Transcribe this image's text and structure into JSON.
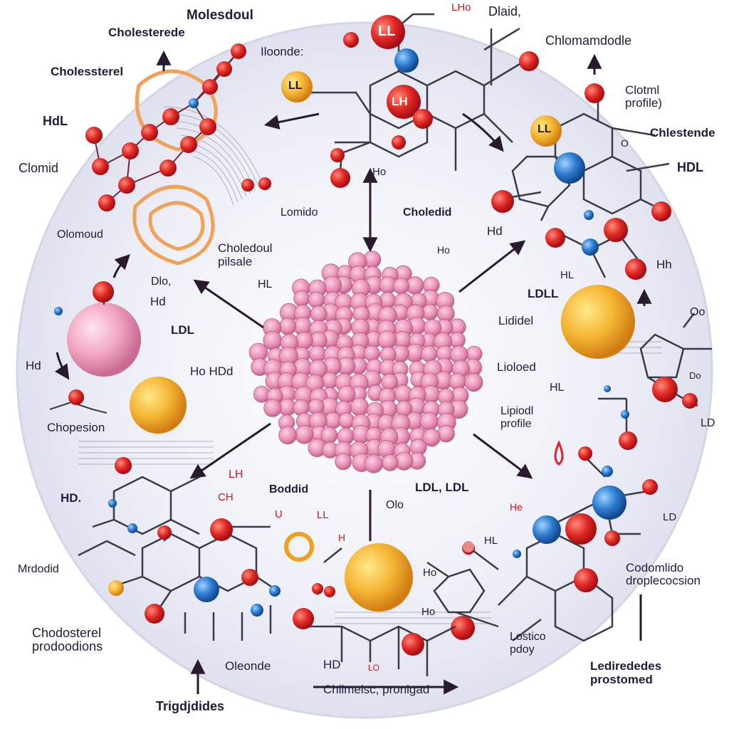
{
  "labels": {
    "moleculdoul": "Molesdoul",
    "iloondes": "Iloonde:",
    "cholesterede": "Cholesterede",
    "cholesterel": "Cholessterel",
    "hdl_top_left": "HdL",
    "clomid": "Clomid",
    "olomoud": "Olomoud",
    "dlaid": "Dlaid,",
    "lho_top": "LHo",
    "ll_top_red": "LL",
    "lh_center_red": "LH",
    "ll_orange_left": "LL",
    "ho_center": "Ho",
    "lomido": "Lomido",
    "choledid": "Choledid",
    "choledoul_pilsale": "Choledoul\npilsale",
    "hl_mid": "HL",
    "dlo": "Dlo,",
    "hd_left": "Hd",
    "ldl_left": "LDL",
    "hd_left2": "Hd",
    "ho_hdd": "Ho HDd",
    "chopesion": "Chopesion",
    "ho_core": "Ho",
    "chlomandodle": "Chlomamdodle",
    "cholestml_profile": "Clotml\nprofile)",
    "chlestende": "Chlestende",
    "hdl_right": "HDL",
    "ll_right_circle": "LL",
    "o_right": "O",
    "hd_right": "Hd",
    "hlh_right": "Hh",
    "hl_right2": "HL",
    "ldll": "LDLL",
    "lididel": "Lididel",
    "lioloed": "Lioloed",
    "hl_right3": "HL",
    "lipiodl_profile": "Lipiodl\nprofile",
    "oo_right": "Oo",
    "do_right": "Do",
    "ld_right": "LD",
    "hd_bottom_left": "HD.",
    "lh_red": "LH",
    "ch_red": "CH",
    "u_red": "U",
    "ll_bottom_red": "LL",
    "h_red": "H",
    "bodidid": "Boddid",
    "olo": "Olo",
    "ldl_ldl": "LDL, LDL",
    "mrdodid": "Mrdodid",
    "chodosterel": "Chodosterel\nprodoodions",
    "olonde": "Oleonde",
    "trigdjdides": "Trigdjdides",
    "hd_bottom": "HD",
    "lo_bottom": "LO",
    "chilmeic": "Chilmeisc, pronigad",
    "ho_bottom1": "Ho",
    "ho_bottom2": "Ho",
    "lostico_pdoy": "Lostico\npdoy",
    "hl_bottom_right": "HL",
    "he_red": "He",
    "ld_bottom_right": "LD",
    "ledireded": "Ledirededes\nprostomed",
    "codomlido": "Codomlido\ndroplecocsion"
  },
  "colors": {
    "background_circle": "#e9eaf4",
    "core_pink": "#e98fb4",
    "sphere_red": "#d8222a",
    "sphere_blue": "#2e79c8",
    "sphere_orange": "#f2a51f",
    "sphere_yellow": "#f4b73a",
    "sphere_pink": "#f2a9c3",
    "bond": "#3a3a4a",
    "chain_red": "#c9304a",
    "ring_orange": "#f0a25a"
  }
}
